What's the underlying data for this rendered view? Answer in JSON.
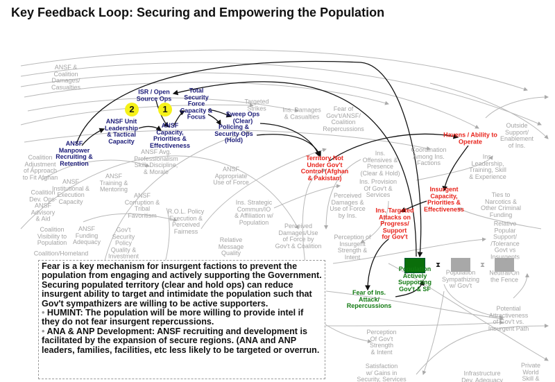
{
  "title": "Key Feedback Loop: Securing and Empowering the Population",
  "loops": [
    "2",
    "1"
  ],
  "nodes": {
    "ansf_coalition_damages": "ANSF &\nCoalition\nDamages/\nCasualties",
    "isr": "ISR / Open\nSource Ops",
    "total_security": "Total\nSecurity\nForce\nCapacity &\nFocus",
    "targeted_strikes": "Targeted\nStrikes",
    "ins_damages": "Ins. Damages\n& Casualties",
    "fear_gov": "Fear of\nGov't/ANSF/\nCoalition\nRepercussions",
    "sweep_ops": "Sweep Ops\n(Clear)",
    "policing": "Policing &\nSecurity Ops\n(Hold)",
    "ansf_unit": "ANSF Unit\nLeadership\n& Tactical\nCapacity",
    "ansf_capacity": "ANSF\nCapacity,\nPriorities &\nEffectiveness",
    "ansf_manpower": "ANSF\nManpower\nRecruiting &\nRetention",
    "havens": "Havens / Ability to\nOperate",
    "outside_support": "Outside\nSupport/\nEnablement\nof Ins.",
    "coordination": "Coordination\nAmong Ins.\nFactions",
    "territory": "Territory Not\nUnder Gov't\nControl (Afghan\n& Pakistan)",
    "ins_offensives": "Ins.\nOffensives &\nPresence\n(Clear & Hold)",
    "ins_leadership": "Ins.\nLeadership,\nTraining, Skill\n& Experience",
    "coalition_adjust": "Coalition\nAdjustment\nof Approach\nto Fit Afghan",
    "ansf_prof": "ANSF Avg.\nProfessionalism\nSkill, Discipline,\n& Morale",
    "ansf_force": "ANSF\nAppropriate\nUse of Force",
    "ansf_training": "ANSF\nTraining &\nMentoring",
    "ansf_inst": "ANSF\nInstitutional &\nExecution\nCapacity",
    "coalition_dev": "Coalition\nDev. Ops-\nANSF\nAdvisory\n& Aid",
    "ansf_corruption": "ANSF\nCorruption &\nTribal\nFavoritism",
    "rol": "R.O.L. Policy\nExecution &\nPerceived\nFairness",
    "ins_strategic": "Ins. Strategic\nCommun/IO\n& Affiliation w/\nPopulation",
    "ins_provision": "Ins. Provision\nOf Gov't &\nServices",
    "insurgent_capacity": "Insurgent\nCapacity,\nPriorities &\nEffectiveness",
    "ties_narcotics": "Ties to\nNarcotics &\nOther Criminal\nFunding",
    "perceived_ins": "Perceived\nDamages &\nUse of Force\nby Ins.",
    "ins_targeted": "Ins. Targeted\nAttacks on\nProgress/\nSupport\nfor Gov't",
    "ansf_funding": "ANSF\nFunding\nAdequacy",
    "coalition_visibility": "Coalition\nVisibility to\nPopulation",
    "gov_security_policy": "Gov't\nSecurity\nPolicy\nQuality &\nInvestment",
    "perceived_gov": "Perceived\nDamages/Use\nof Force by\nGov't & Coalition",
    "perception_ins": "Perception of\nInsurgent\nStrength &\nIntent",
    "relative_support": "Relative\nPopular\nSupport/\n/Tolerance\nGovt vs\nInsurgents",
    "relative_message": "Relative\nMessage\nQuality",
    "coalition_homeland": "Coalition/Homeland",
    "pop_active": "Population\nActively\nSupporting\nGov't & SF",
    "pop_sympathizing": "Population\nSympathizing\nw/ Gov't",
    "neutral": "Neutral/On\nthe Fence",
    "fear_ins": "Fear of Ins.\nAttack/\nRepercussions",
    "potential_attract": "Potential\nAttractiveness\nof Gov't vs.\nInsurgent Path",
    "perception_gov": "Perception\nOf Gov't\nStrength\n& Intent",
    "satisfaction": "Satisfaction\nw/ Gains in\nSecurity, Services",
    "infrastructure": "Infrastructure\nDev. Adequacy",
    "private": "Private\nWorld\nSkill &"
  },
  "note": {
    "p1": "Fear is a key mechanism for insurgent factions to prevent the population from engaging and actively supporting the Government.",
    "p2": "Securing populated territory (clear and hold ops) can reduce insurgent ability to target and intimidate the population such that Gov't sympathizers are willing to be active supporters.",
    "bullet": "•",
    "b1": "HUMINT:  The population will be more willing to provide intel if they do not fear insurgent repercussions.",
    "b2": "ANA & ANP Development:  ANSF recruiting and development is facilitated by the expansion of secure regions.  (ANA and ANP leaders, families, facilities, etc less likely to be targeted or overrun."
  },
  "colors": {
    "navy": "#1b1b78",
    "red": "#e8231b",
    "green": "#127a12",
    "stock_green": "#0a6e0a",
    "stock_gray": "#a8a8a8",
    "loop_yellow": "#f5f11a"
  }
}
